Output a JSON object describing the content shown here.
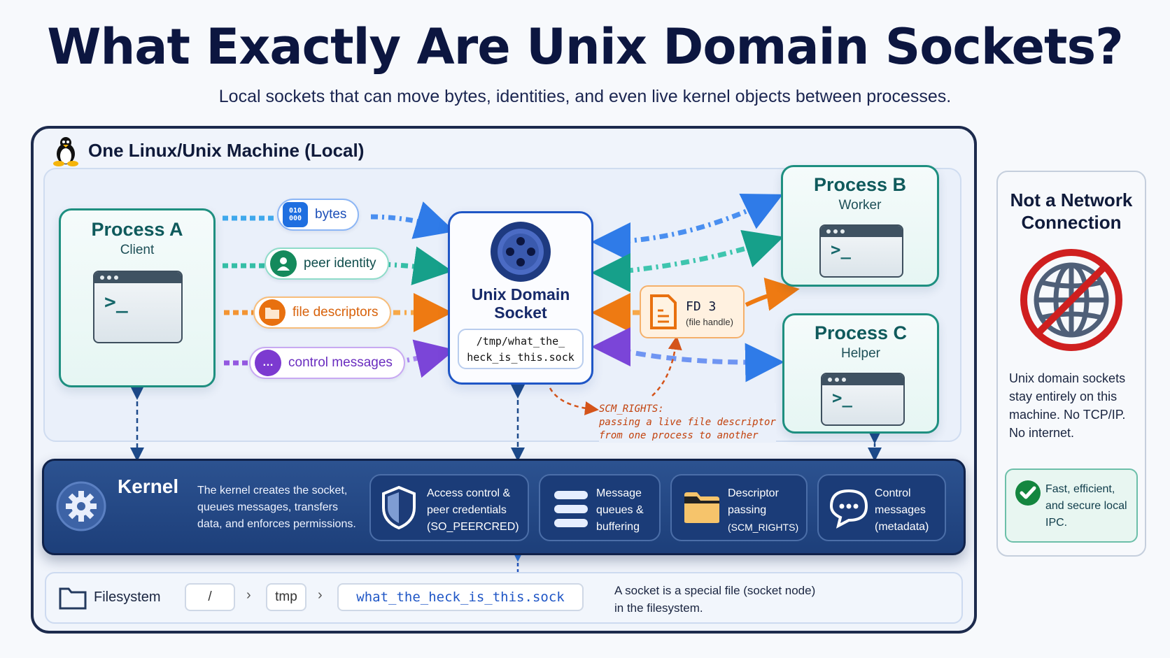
{
  "header": {
    "title": "What Exactly Are Unix Domain Sockets?",
    "subtitle": "Local sockets that can move bytes, identities, and even live kernel objects between processes."
  },
  "machine": {
    "title": "One Linux/Unix Machine (Local)",
    "icon": "linux-penguin-icon"
  },
  "processes": {
    "a": {
      "title": "Process A",
      "role": "Client",
      "prompt": ">_"
    },
    "b": {
      "title": "Process B",
      "role": "Worker",
      "prompt": ">_"
    },
    "c": {
      "title": "Process C",
      "role": "Helper",
      "prompt": ">_"
    }
  },
  "flows": [
    {
      "label": "bytes",
      "icon": "binary-icon",
      "icon_text": "010\n000",
      "color": "#1f6fe0"
    },
    {
      "label": "peer identity",
      "icon": "user-icon",
      "color": "#16876a"
    },
    {
      "label": "file descriptors",
      "icon": "folder-icon",
      "color": "#e8700f"
    },
    {
      "label": "control messages",
      "icon": "chat-icon",
      "color": "#7c3ad0"
    }
  ],
  "socket": {
    "title_line1": "Unix Domain",
    "title_line2": "Socket",
    "path_line1": "/tmp/what_the_",
    "path_line2": "heck_is_this.sock"
  },
  "fd": {
    "label": "FD 3",
    "sublabel": "(file handle)"
  },
  "scm_note": {
    "line1": "SCM_RIGHTS:",
    "line2": "passing a live file descriptor",
    "line3": "from one process to another"
  },
  "kernel": {
    "title": "Kernel",
    "description": "The kernel creates the socket, queues messages, transfers data, and enforces permissions.",
    "cards": [
      {
        "line1": "Access control &",
        "line2": "peer credentials",
        "line3": "(SO_PEERCRED)",
        "icon": "shield-icon"
      },
      {
        "line1": "Message",
        "line2": "queues &",
        "line3": "buffering",
        "icon": "queue-icon"
      },
      {
        "line1": "Descriptor",
        "line2": "passing",
        "line3": "(SCM_RIGHTS)",
        "icon": "folder-icon"
      },
      {
        "line1": "Control",
        "line2": "messages",
        "line3": "(metadata)",
        "icon": "chat-bubble-icon"
      }
    ]
  },
  "filesystem": {
    "label": "Filesystem",
    "crumbs": [
      "/",
      "tmp",
      "what_the_heck_is_this.sock"
    ],
    "note_line1": "A socket is a special file (socket node)",
    "note_line2": "in the filesystem."
  },
  "network_panel": {
    "title_line1": "Not a Network",
    "title_line2": "Connection",
    "description": "Unix domain sockets stay entirely on this machine. No TCP/IP. No internet.",
    "badge": "Fast, efficient, and secure local IPC."
  }
}
